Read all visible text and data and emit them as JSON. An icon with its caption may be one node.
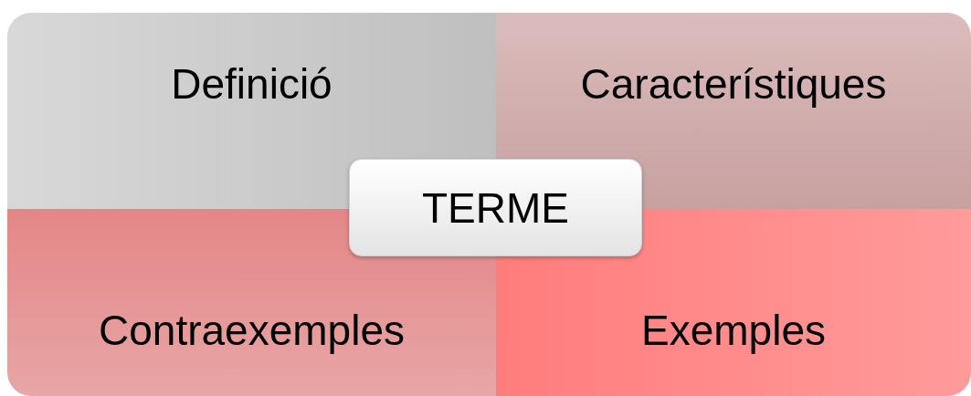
{
  "diagram": {
    "nodes": [
      {
        "text": [
          "Definició"
        ]
      },
      {
        "text": [
          "Característiques"
        ]
      },
      {
        "text": [
          "TERME"
        ]
      },
      {
        "text": [
          "Contraexemples"
        ]
      },
      {
        "text": [
          "Exemples"
        ]
      }
    ]
  }
}
